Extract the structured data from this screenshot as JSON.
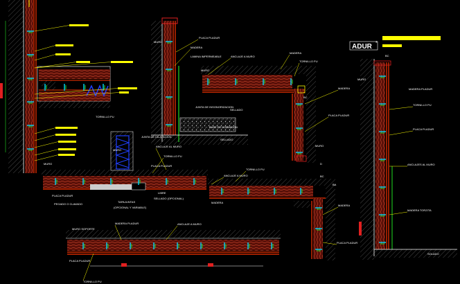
{
  "brand": {
    "name": "ADUR",
    "mark": "®"
  },
  "labels": {
    "placa_pladur_1": "PLACA PLADUR",
    "madera_1": "MADERA",
    "lamina_impermeable": "LAMINA IMPERMEABLE",
    "anclaje_a_muro_1": "ANCLAJE A MURO",
    "muro_1": "MURO",
    "madera_2": "MADERA",
    "tornillo_pu_1": "TORNILLO PU",
    "muro_2": "MURO",
    "madera_3": "MADERA",
    "junta_de_insonorizacion": "JUNTA DE INSONORIZACION",
    "sellado_1": "SELLADO",
    "placa_pladur_2": "PLACA PLADUR",
    "base_de_hormigon": "BASE DE HORMIGON",
    "sellado_2": "SELLADO",
    "muro_3": "MURO",
    "madera_placa_1": "MADERA PLADUR",
    "tornillo_pu_2": "TORNILLO PU",
    "placa_pladur_3": "PLACA PLADUR",
    "anclajes_al_muro": "ANCLAJES AL MURO",
    "madera_torzita": "MADERA TORZITA",
    "muro_4": "MURO",
    "anclaje_al_muro": "ANCLAJE AL MURO",
    "tornillo_pu_3": "TORNILLO PU",
    "junta_de_dilatacion": "JUNTA DE DILATACION",
    "muro_5": "MURO",
    "madera_4": "MADERA",
    "tornillo_pu_4": "TORNILLO PU",
    "anclaje_a_muro_2": "ANCLAJE A MURO",
    "placa_pladur_4": "PLACA PLADUR",
    "madera_5": "MADERA",
    "placa_pladur_5": "PLACA PLADUR",
    "muro_6": "MURO",
    "placa_pladur_6": "PLACA PLADUR",
    "pegado_o_clavado": "PEGADO O CLAVADO",
    "tapajuntas": "TAPAJUNTAS",
    "tapajuntas_sub": "(OPCIONAL Y VARIABLE)",
    "sellado_3": "SELLADO (OPCIONAL)",
    "libre": "LIBRE",
    "muro_soporte": "MURO SOPORTE",
    "madera_pladur_2": "MADERA PLADUR",
    "anclaje_a_muro_3": "ANCLAJE A MURO",
    "placa_pladur_7": "PLACA PLADUR",
    "tornillo_pu_5": "TORNILLO PU",
    "tornillo_pu_6": "TORNILLO PU",
    "solado": "SOLADO",
    "dim_d": "D",
    "dim_bc_1": "BC",
    "dim_bc_2": "BC",
    "dim_ba": "BA",
    "dim_bc_3": "BC"
  },
  "colors": {
    "background": "#000000",
    "wall_line": "#ffffff",
    "wall_hatch": "#666666",
    "wood_fill": "#8b1a10",
    "wood_line": "#d24a2a",
    "plaster": "#ff3300",
    "screw": "#00d9ff",
    "anchor": "#22dd22",
    "leader": "#ffff00",
    "label_box": "#ffff00",
    "tag_red": "#e02020",
    "concrete": "#cccccc",
    "insulation": "#2040ff",
    "frame": "#ff66ff"
  }
}
